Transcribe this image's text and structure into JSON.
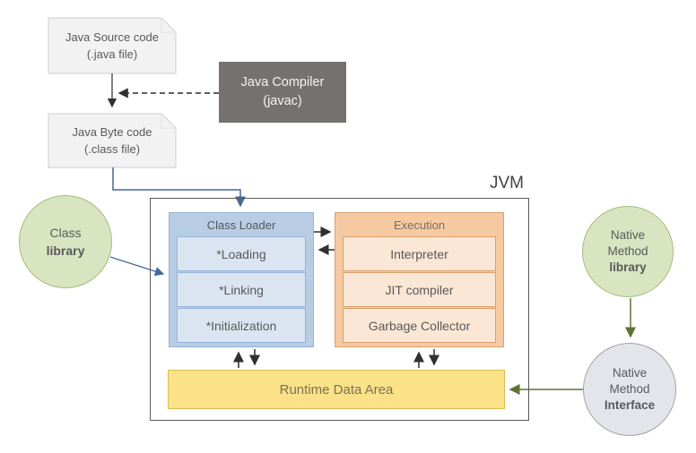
{
  "diagram": {
    "title_label": "JVM",
    "source_file": {
      "line1": "Java Source code",
      "line2": "(.java file)"
    },
    "compiler": {
      "line1": "Java Compiler",
      "line2": "(javac)"
    },
    "byte_file": {
      "line1": "Java Byte code",
      "line2": "(.class file)"
    },
    "class_loader": {
      "title": "Class Loader",
      "items": [
        "*Loading",
        "*Linking",
        "*Initialization"
      ]
    },
    "execution": {
      "title": "Execution",
      "items": [
        "Interpreter",
        "JIT compiler",
        "Garbage Collector"
      ]
    },
    "runtime_label": "Runtime Data Area",
    "class_library": {
      "line1": "Class",
      "line2": "library"
    },
    "native_library": {
      "line1": "Native",
      "line2": "Method",
      "line3": "library"
    },
    "native_interface": {
      "line1": "Native",
      "line2": "Method",
      "line3": "Interface"
    },
    "colors": {
      "class_loader_fill": "#b8cce4",
      "class_loader_item_fill": "#dbe5f1",
      "execution_fill": "#f5c9a2",
      "execution_item_fill": "#fbe7d5",
      "runtime_fill": "#fbe289",
      "library_circle_fill": "#d9e5c1",
      "interface_circle_fill": "#e4e5eb",
      "compiler_fill": "#767171",
      "document_fill": "#f2f2f2",
      "connector_blue": "#44699d",
      "connector_olive": "#5e7434",
      "connector_dark": "#303030"
    }
  }
}
